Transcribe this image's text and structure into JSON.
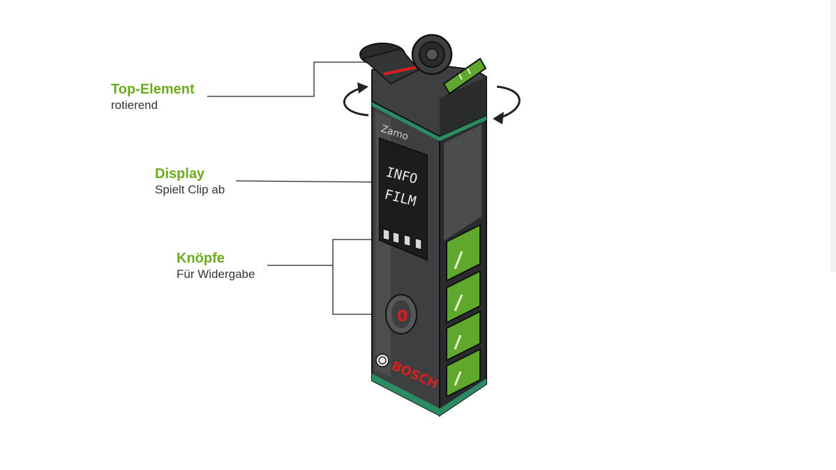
{
  "colors": {
    "label_title": "#6cab1f",
    "label_sub": "#333333",
    "device_body": "#3d3f40",
    "device_side": "#2a2b2c",
    "accent_teal": "#2b8c63",
    "accent_green": "#5fa82d",
    "display_red": "#d62020",
    "background": "#ffffff"
  },
  "callouts": [
    {
      "title": "Top-Element",
      "subtitle": "rotierend"
    },
    {
      "title": "Display",
      "subtitle": "Spielt Clip ab"
    },
    {
      "title": "Knöpfe",
      "subtitle": "Für Widergabe"
    }
  ],
  "device": {
    "model_text": "Zamo",
    "screen_line1": "INFO",
    "screen_line2": "FILM",
    "readout": "0",
    "brand": "BOSCH"
  }
}
